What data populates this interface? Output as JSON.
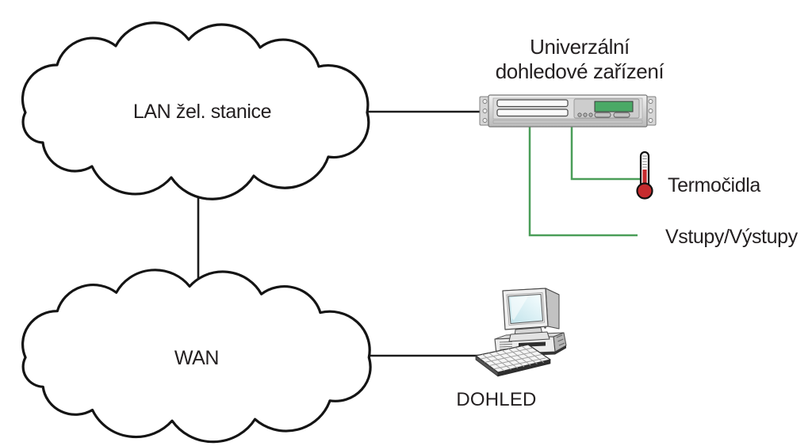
{
  "diagram": {
    "device_title": {
      "line1": "Univerzální",
      "line2": "dohledové zařízení"
    },
    "nodes": {
      "lan_cloud": {
        "label": "LAN žel. stanice",
        "type": "cloud"
      },
      "wan_cloud": {
        "label": "WAN",
        "type": "cloud"
      },
      "monitoring_device": {
        "type": "rack-server-2u"
      },
      "thermometer_sensor": {
        "label": "Termočidla",
        "type": "thermometer"
      },
      "io_lines": {
        "label": "Vstupy/Výstupy",
        "type": "wire-label"
      },
      "monitoring_pc": {
        "label": "DOHLED",
        "type": "desktop-computer"
      }
    },
    "connections": [
      {
        "from": "lan_cloud",
        "to": "monitoring_device",
        "style": "black-line"
      },
      {
        "from": "lan_cloud",
        "to": "wan_cloud",
        "style": "black-line"
      },
      {
        "from": "wan_cloud",
        "to": "monitoring_pc",
        "style": "black-line"
      },
      {
        "from": "monitoring_device",
        "to": "thermometer_sensor",
        "style": "green-line"
      },
      {
        "from": "monitoring_device",
        "to": "io_lines",
        "style": "green-line"
      }
    ],
    "colors": {
      "background": "#ffffff",
      "outline_black": "#1c1c1c",
      "sensor_line_green": "#4a9e58",
      "thermometer_red": "#c62b2e",
      "lcd_green": "#4aa966",
      "text": "#231f20"
    }
  }
}
